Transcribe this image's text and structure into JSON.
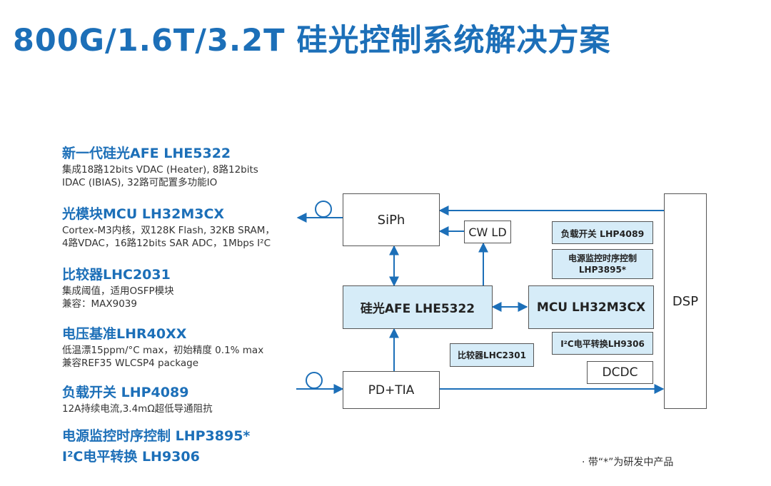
{
  "title": "800G/1.6T/3.2T 硅光控制系统解决方案",
  "features": [
    {
      "heading": "新一代硅光AFE LHE5322",
      "lines": [
        "集成18路12bits VDAC (Heater), 8路12bits",
        "IDAC (IBIAS), 32路可配置多功能IO"
      ]
    },
    {
      "heading": "光模块MCU LH32M3CX",
      "lines": [
        "Cortex-M3内核，双128K Flash, 32KB SRAM，",
        "4路VDAC，16路12bits SAR ADC，1Mbps I²C"
      ]
    },
    {
      "heading": "比较器LHC2031",
      "lines": [
        "集成阈值，适用OSFP模块",
        "兼容：MAX9039"
      ]
    },
    {
      "heading": "电压基准LHR40XX",
      "lines": [
        "低温漂15ppm/°C max，初始精度 0.1% max",
        "兼容REF35 WLCSP4 package"
      ]
    },
    {
      "heading": "负载开关 LHP4089",
      "lines": [
        "12A持续电流,3.4mΩ超低导通阻抗"
      ]
    },
    {
      "heading": "电源监控时序控制 LHP3895*",
      "lines": []
    },
    {
      "heading": "I²C电平转换 LH9306",
      "lines": []
    }
  ],
  "diagram": {
    "siph": "SiPh",
    "cwld": "CW LD",
    "afe": "硅光AFE LHE5322",
    "mcu": "MCU LH32M3CX",
    "pdtia": "PD+TIA",
    "dsp": "DSP",
    "load_switch": "负载开关 LHP4089",
    "power_monitor_line1": "电源监控时序控制",
    "power_monitor_line2": "LHP3895*",
    "i2c": "I²C电平转换LH9306",
    "comparator": "比较器LHC2301",
    "dcdc": "DCDC"
  },
  "footnote": "· 带“*”为研发中产品",
  "colors": {
    "accent": "#1c6fb8",
    "chip_fill": "#d6ecf8",
    "line": "#1c6fb8"
  }
}
